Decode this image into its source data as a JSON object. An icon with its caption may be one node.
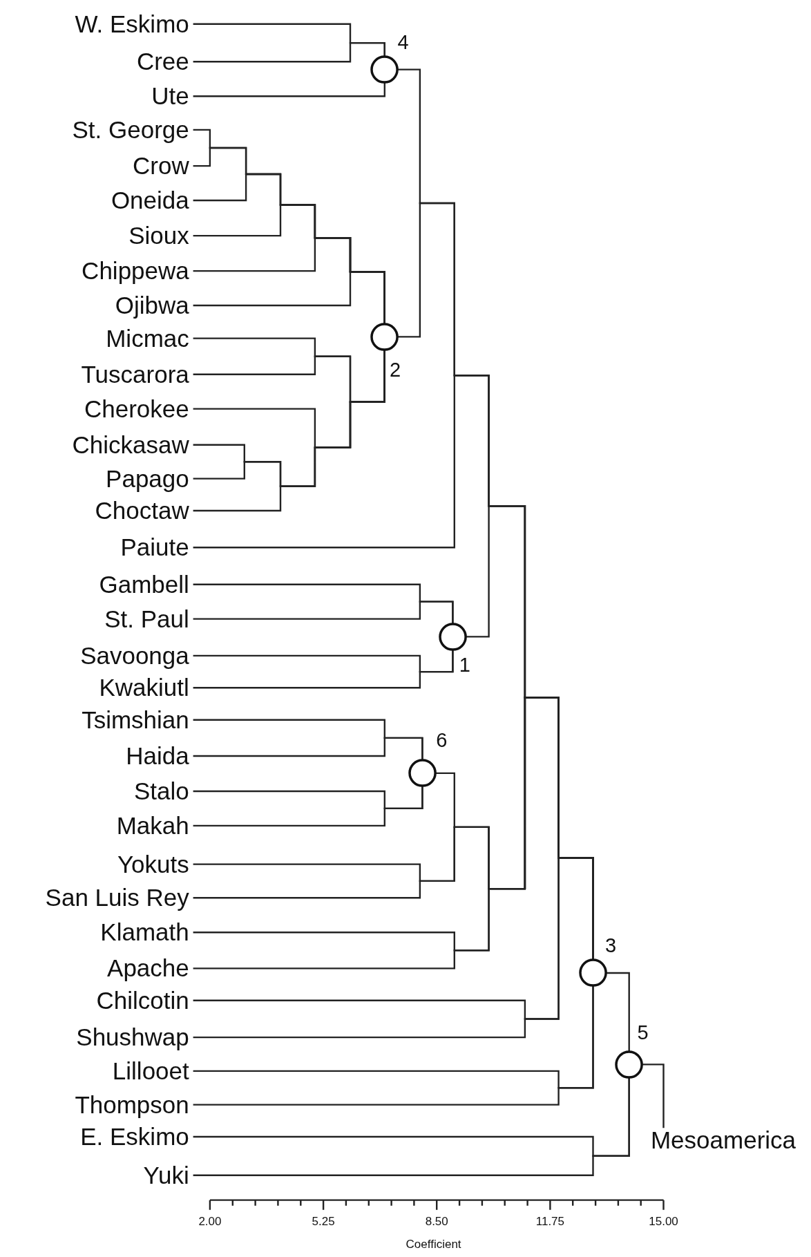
{
  "diagram": {
    "nodes": [
      {
        "text": [
          "W. Eskimo"
        ]
      },
      {
        "text": [
          "Cree"
        ]
      },
      {
        "text": [
          "Ute"
        ]
      },
      {
        "text": [
          "St. George"
        ]
      },
      {
        "text": [
          "Crow"
        ]
      },
      {
        "text": [
          "Oneida"
        ]
      },
      {
        "text": [
          "Sioux"
        ]
      },
      {
        "text": [
          "Chippewa"
        ]
      },
      {
        "text": [
          "Ojibwa"
        ]
      },
      {
        "text": [
          "Micmac"
        ]
      },
      {
        "text": [
          "Tuscarora"
        ]
      },
      {
        "text": [
          "Cherokee"
        ]
      },
      {
        "text": [
          "Chickasaw"
        ]
      },
      {
        "text": [
          "Papago"
        ]
      },
      {
        "text": [
          "Choctaw"
        ]
      },
      {
        "text": [
          "Paiute"
        ]
      },
      {
        "text": [
          "Gambell"
        ]
      },
      {
        "text": [
          "St. Paul"
        ]
      },
      {
        "text": [
          "Savoonga"
        ]
      },
      {
        "text": [
          "Kwakiutl"
        ]
      },
      {
        "text": [
          "Tsimshian"
        ]
      },
      {
        "text": [
          "Haida"
        ]
      },
      {
        "text": [
          "Stalo"
        ]
      },
      {
        "text": [
          "Makah"
        ]
      },
      {
        "text": [
          "Yokuts"
        ]
      },
      {
        "text": [
          "San Luis Rey"
        ]
      },
      {
        "text": [
          "Klamath"
        ]
      },
      {
        "text": [
          "Apache"
        ]
      },
      {
        "text": [
          "Chilcotin"
        ]
      },
      {
        "text": [
          "Shushwap"
        ]
      },
      {
        "text": [
          "Lillooet"
        ]
      },
      {
        "text": [
          "Thompson"
        ]
      },
      {
        "text": [
          "E. Eskimo"
        ]
      },
      {
        "text": [
          "Yuki"
        ]
      },
      {
        "text": [],
        "shape": "circle",
        "beside": [
          "4"
        ]
      },
      {
        "text": [],
        "shape": "circle",
        "beside": [
          "2"
        ]
      },
      {
        "text": [],
        "shape": "circle",
        "beside": [
          "1"
        ]
      },
      {
        "text": [],
        "shape": "circle",
        "beside": [
          "6"
        ]
      },
      {
        "text": [],
        "shape": "circle",
        "beside": [
          "3"
        ]
      },
      {
        "text": [],
        "shape": "circle",
        "beside": [
          "5"
        ]
      },
      {
        "text": [
          "Mesoamerica"
        ]
      }
    ],
    "edges": [
      {
        "from": 0,
        "to": 34,
        "arrow": "none"
      },
      {
        "from": 1,
        "to": 34,
        "arrow": "none"
      },
      {
        "from": 2,
        "to": 34,
        "arrow": "none"
      },
      {
        "from": 3,
        "to": 35,
        "arrow": "none"
      },
      {
        "from": 4,
        "to": 35,
        "arrow": "none"
      },
      {
        "from": 5,
        "to": 35,
        "arrow": "none"
      },
      {
        "from": 6,
        "to": 35,
        "arrow": "none"
      },
      {
        "from": 7,
        "to": 35,
        "arrow": "none"
      },
      {
        "from": 8,
        "to": 35,
        "arrow": "none"
      },
      {
        "from": 9,
        "to": 35,
        "arrow": "none"
      },
      {
        "from": 10,
        "to": 35,
        "arrow": "none"
      },
      {
        "from": 11,
        "to": 35,
        "arrow": "none"
      },
      {
        "from": 12,
        "to": 35,
        "arrow": "none"
      },
      {
        "from": 13,
        "to": 35,
        "arrow": "none"
      },
      {
        "from": 14,
        "to": 35,
        "arrow": "none"
      },
      {
        "from": 34,
        "to": 38,
        "arrow": "none"
      },
      {
        "from": 35,
        "to": 38,
        "arrow": "none"
      },
      {
        "from": 15,
        "to": 38,
        "arrow": "none"
      },
      {
        "from": 16,
        "to": 36,
        "arrow": "none"
      },
      {
        "from": 17,
        "to": 36,
        "arrow": "none"
      },
      {
        "from": 18,
        "to": 36,
        "arrow": "none"
      },
      {
        "from": 19,
        "to": 36,
        "arrow": "none"
      },
      {
        "from": 36,
        "to": 38,
        "arrow": "none"
      },
      {
        "from": 20,
        "to": 37,
        "arrow": "none"
      },
      {
        "from": 21,
        "to": 37,
        "arrow": "none"
      },
      {
        "from": 22,
        "to": 37,
        "arrow": "none"
      },
      {
        "from": 23,
        "to": 37,
        "arrow": "none"
      },
      {
        "from": 37,
        "to": 38,
        "arrow": "none"
      },
      {
        "from": 24,
        "to": 38,
        "arrow": "none"
      },
      {
        "from": 25,
        "to": 38,
        "arrow": "none"
      },
      {
        "from": 26,
        "to": 38,
        "arrow": "none"
      },
      {
        "from": 27,
        "to": 38,
        "arrow": "none"
      },
      {
        "from": 28,
        "to": 38,
        "arrow": "none"
      },
      {
        "from": 29,
        "to": 38,
        "arrow": "none"
      },
      {
        "from": 30,
        "to": 38,
        "arrow": "none"
      },
      {
        "from": 31,
        "to": 38,
        "arrow": "none"
      },
      {
        "from": 38,
        "to": 39,
        "arrow": "none"
      },
      {
        "from": 32,
        "to": 39,
        "arrow": "none"
      },
      {
        "from": 33,
        "to": 39,
        "arrow": "none"
      },
      {
        "from": 39,
        "to": 40,
        "arrow": "none"
      }
    ],
    "labels": [
      "2.00",
      "5.25",
      "8.50",
      "11.75",
      "15.00",
      "Coefficient"
    ]
  }
}
